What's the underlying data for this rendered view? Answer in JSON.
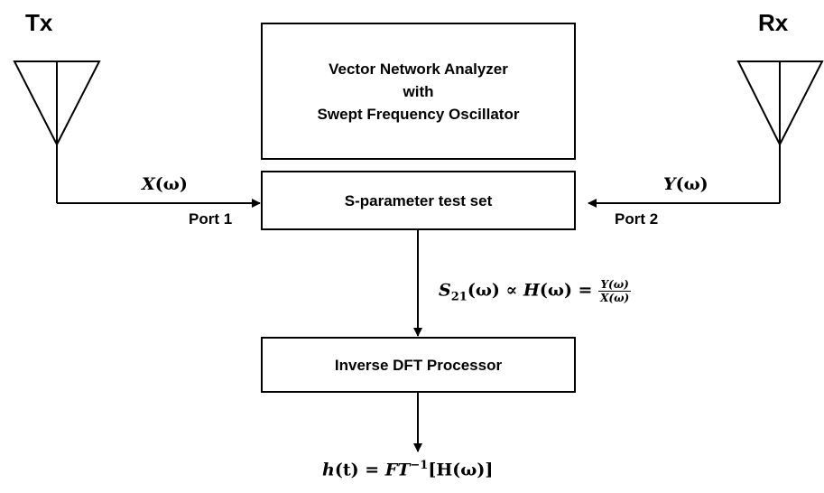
{
  "tx_label": "Tx",
  "rx_label": "Rx",
  "vna_box": {
    "lines": [
      "Vector Network Analyzer",
      "with",
      "Swept Frequency Oscillator"
    ]
  },
  "sparam_box": {
    "label": "S-parameter test set"
  },
  "idft_box": {
    "label": "Inverse DFT Processor"
  },
  "port1_label": "Port 1",
  "port2_label": "Port 2",
  "x_signal": {
    "func": "X",
    "arg": "(ω)"
  },
  "y_signal": {
    "func": "Y",
    "arg": "(ω)"
  },
  "s21_expr": {
    "s": "S",
    "sub": "21",
    "arg": "(ω)",
    "prop": " ∝ ",
    "h": "H",
    "harg": "(ω) = ",
    "num": "Y(ω)",
    "den": "X(ω)"
  },
  "output_expr": {
    "h": "h",
    "arg": "(t) = ",
    "ft": "FT",
    "sup": "−1",
    "rest": "[H(ω)]"
  }
}
